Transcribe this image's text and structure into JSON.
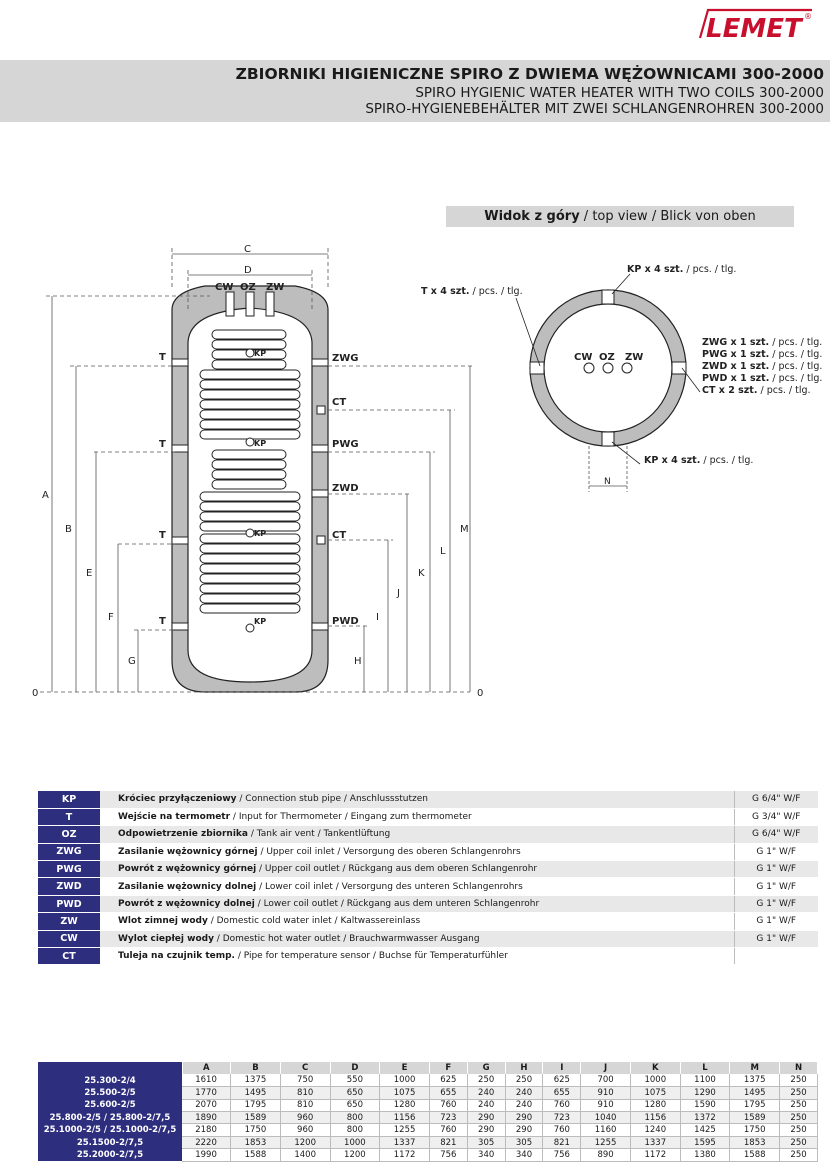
{
  "logo": {
    "text": "LEMET",
    "mark": "®"
  },
  "title": {
    "pl": "ZBIORNIKI HIGIENICZNE SPIRO Z DWIEMA WĘŻOWNICAMI 300-2000",
    "en": "SPIRO HYGIENIC WATER HEATER WITH TWO COILS 300-2000",
    "de": "SPIRO-HYGIENEBEHÄLTER MIT ZWEI SCHLANGENROHREN 300-2000"
  },
  "top_view": {
    "bold": "Widok z góry",
    "rest": " / top view / Blick von oben"
  },
  "drawing": {
    "dims": {
      "A": "A",
      "B": "B",
      "C": "C",
      "D": "D",
      "E": "E",
      "F": "F",
      "G": "G",
      "H": "H",
      "I": "I",
      "J": "J",
      "K": "K",
      "L": "L",
      "M": "M",
      "N": "N",
      "zero": "0"
    },
    "ports": {
      "CW": "CW",
      "OZ": "OZ",
      "ZW": "ZW",
      "T": "T",
      "ZWG": "ZWG",
      "CT": "CT",
      "PWG": "PWG",
      "ZWD": "ZWD",
      "PWD": "PWD",
      "KP": "KP"
    },
    "callouts": {
      "t4": {
        "bold": "T x 4 szt.",
        "rest": " / pcs. / tlg."
      },
      "kp4_top": {
        "bold": "KP x 4 szt.",
        "rest": " / pcs. / tlg."
      },
      "kp4_bottom": {
        "bold": "KP x 4 szt.",
        "rest": " / pcs. / tlg."
      },
      "zwg1": {
        "bold": "ZWG x 1 szt.",
        "rest": " / pcs. / tlg."
      },
      "pwg1": {
        "bold": "PWG x 1 szt.",
        "rest": " / pcs. / tlg."
      },
      "zwd1": {
        "bold": "ZWD x 1 szt.",
        "rest": " / pcs. / tlg."
      },
      "pwd1": {
        "bold": "PWD x 1 szt.",
        "rest": " / pcs. / tlg."
      },
      "ct2": {
        "bold": "CT x 2 szt.",
        "rest": " / pcs. / tlg."
      }
    },
    "colors": {
      "wall": "#bdbdbd",
      "line": "#222222",
      "dash": "#555555"
    }
  },
  "legend": [
    {
      "code": "KP",
      "bold": "Króciec przyłączeniowy",
      "rest": " / Connection stub pipe / Anschlussstutzen",
      "value": "G 6/4\" W/F"
    },
    {
      "code": "T",
      "bold": "Wejście na termometr",
      "rest": " / Input for Thermometer / Eingang zum thermometer",
      "value": "G 3/4\" W/F"
    },
    {
      "code": "OZ",
      "bold": "Odpowietrzenie zbiornika",
      "rest": " / Tank air vent / Tankentlüftung",
      "value": "G 6/4\" W/F"
    },
    {
      "code": "ZWG",
      "bold": "Zasilanie wężownicy górnej",
      "rest": " / Upper coil inlet / Versorgung des oberen Schlangenrohrs",
      "value": "G 1\" W/F"
    },
    {
      "code": "PWG",
      "bold": "Powrót z wężownicy górnej",
      "rest": " / Upper coil outlet / Rückgang aus dem oberen Schlangenrohr",
      "value": "G 1\" W/F"
    },
    {
      "code": "ZWD",
      "bold": "Zasilanie wężownicy dolnej",
      "rest": " / Lower coil inlet / Versorgung des unteren Schlangenrohrs",
      "value": "G 1\" W/F"
    },
    {
      "code": "PWD",
      "bold": "Powrót z wężownicy dolnej",
      "rest": " / Lower coil outlet / Rückgang aus dem unteren Schlangenrohr",
      "value": "G 1\" W/F"
    },
    {
      "code": "ZW",
      "bold": "Wlot zimnej wody",
      "rest": " / Domestic cold water inlet / Kaltwassereinlass",
      "value": "G 1\" W/F"
    },
    {
      "code": "CW",
      "bold": "Wylot ciepłej wody",
      "rest": " / Domestic hot water outlet / Brauchwarmwasser Ausgang",
      "value": "G 1\" W/F"
    },
    {
      "code": "CT",
      "bold": "Tuleja na czujnik temp.",
      "rest": " / Pipe for temperature sensor / Buchse für Temperaturfühler",
      "value": ""
    }
  ],
  "dimensions": {
    "headers": [
      "A",
      "B",
      "C",
      "D",
      "E",
      "F",
      "G",
      "H",
      "I",
      "J",
      "K",
      "L",
      "M",
      "N"
    ],
    "rows": [
      {
        "model": "25.300-2/4",
        "values": [
          "1610",
          "1375",
          "750",
          "550",
          "1000",
          "625",
          "250",
          "250",
          "625",
          "700",
          "1000",
          "1100",
          "1375",
          "250"
        ]
      },
      {
        "model": "25.500-2/5",
        "values": [
          "1770",
          "1495",
          "810",
          "650",
          "1075",
          "655",
          "240",
          "240",
          "655",
          "910",
          "1075",
          "1290",
          "1495",
          "250"
        ]
      },
      {
        "model": "25.600-2/5",
        "values": [
          "2070",
          "1795",
          "810",
          "650",
          "1280",
          "760",
          "240",
          "240",
          "760",
          "910",
          "1280",
          "1590",
          "1795",
          "250"
        ]
      },
      {
        "model": "25.800-2/5 / 25.800-2/7,5",
        "values": [
          "1890",
          "1589",
          "960",
          "800",
          "1156",
          "723",
          "290",
          "290",
          "723",
          "1040",
          "1156",
          "1372",
          "1589",
          "250"
        ]
      },
      {
        "model": "25.1000-2/5 / 25.1000-2/7,5",
        "values": [
          "2180",
          "1750",
          "960",
          "800",
          "1255",
          "760",
          "290",
          "290",
          "760",
          "1160",
          "1240",
          "1425",
          "1750",
          "250"
        ]
      },
      {
        "model": "25.1500-2/7,5",
        "values": [
          "2220",
          "1853",
          "1200",
          "1000",
          "1337",
          "821",
          "305",
          "305",
          "821",
          "1255",
          "1337",
          "1595",
          "1853",
          "250"
        ]
      },
      {
        "model": "25.2000-2/7,5",
        "values": [
          "1990",
          "1588",
          "1400",
          "1200",
          "1172",
          "756",
          "340",
          "340",
          "756",
          "890",
          "1172",
          "1380",
          "1588",
          "250"
        ]
      }
    ]
  }
}
